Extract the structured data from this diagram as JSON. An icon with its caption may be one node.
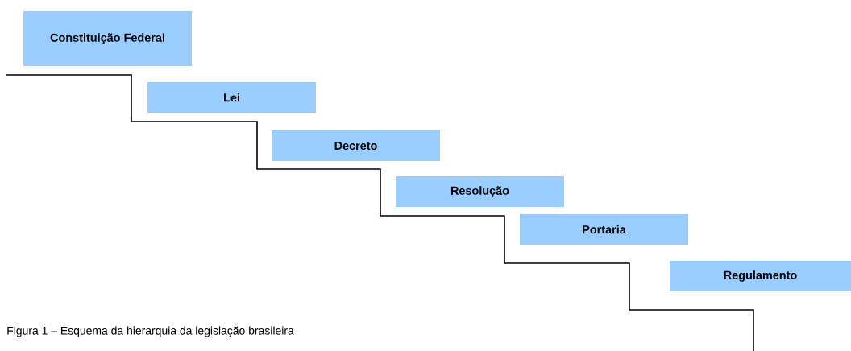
{
  "diagram": {
    "caption": "Figura 1 – Esquema da hierarquia da legislação brasileira",
    "nodes": [
      {
        "text": [
          "Constituição Federal"
        ]
      },
      {
        "text": [
          "Lei"
        ]
      },
      {
        "text": [
          "Decreto"
        ]
      },
      {
        "text": [
          "Resolução"
        ]
      },
      {
        "text": [
          "Portaria"
        ]
      },
      {
        "text": [
          "Regulamento"
        ]
      }
    ]
  }
}
